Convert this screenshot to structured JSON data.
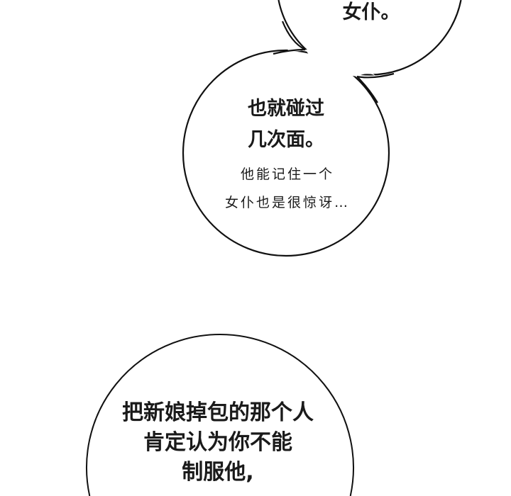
{
  "bubbles": [
    {
      "lines": [
        "女仆。"
      ]
    },
    {
      "lines": [
        "也就碰过",
        "几次面。"
      ],
      "small_lines": [
        "他能记住一个",
        "女仆也是很惊讶…"
      ]
    },
    {
      "lines": [
        "把新娘掉包的那个人",
        "肯定认为你不能",
        "制服他,"
      ]
    }
  ]
}
